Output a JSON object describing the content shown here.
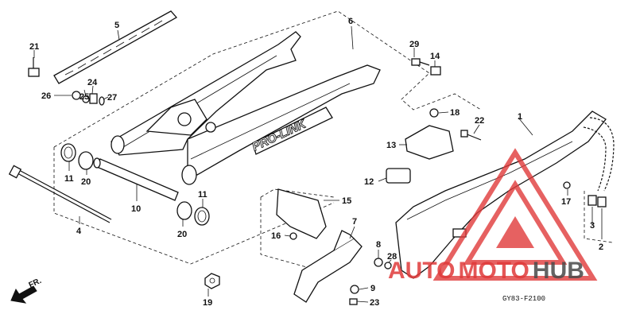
{
  "diagram": {
    "callouts": [
      "1",
      "2",
      "3",
      "4",
      "5",
      "6",
      "7",
      "8",
      "9",
      "10",
      "11",
      "11",
      "12",
      "13",
      "14",
      "15",
      "16",
      "17",
      "18",
      "19",
      "20",
      "20",
      "21",
      "22",
      "23",
      "24",
      "25",
      "26",
      "27",
      "28",
      "29"
    ],
    "swingarm_logo": "PRO-LINK",
    "direction_mark": "FR.",
    "drawing_code": "GY83-F2100"
  },
  "watermark": {
    "brand_part_1": "AUTO",
    "brand_part_2": "MOTO",
    "brand_part_3": "HUB",
    "accent_color": "#e03a3a",
    "dark_color": "#4a4a4a"
  }
}
